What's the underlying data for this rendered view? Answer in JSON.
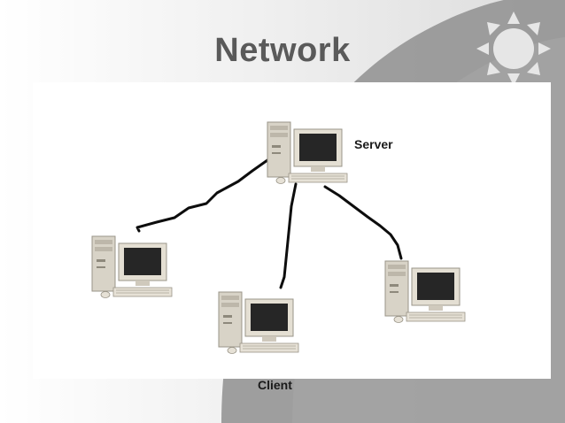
{
  "slide": {
    "title": "Network"
  },
  "labels": {
    "server": "Server",
    "client": "Client"
  },
  "colors": {
    "title": "#5a5a5a",
    "decor_gray": "#8a8a8a",
    "cable": "#0d0d0d",
    "sun": "#e4e4e4"
  },
  "icons": {
    "decoration": "sun-icon",
    "node": "desktop-computer-icon"
  }
}
